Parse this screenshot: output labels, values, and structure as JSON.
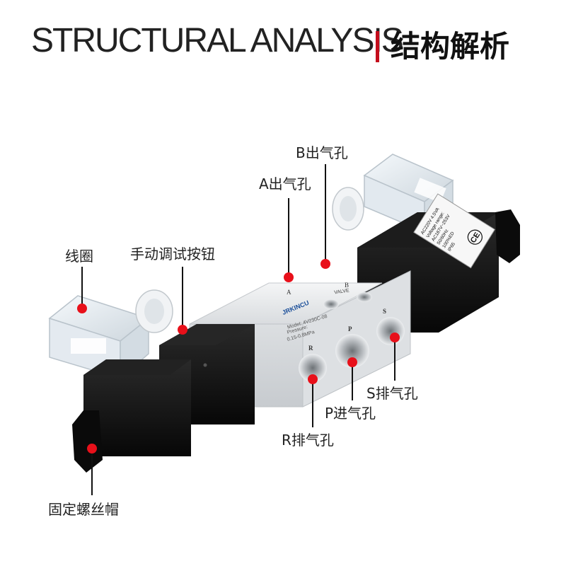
{
  "header": {
    "title_en": "STRUCTURAL ANALYSIS",
    "title_cn": "结构解析"
  },
  "callouts": {
    "coil": "线圈",
    "manual_button": "手动调试按钮",
    "port_a": "A出气孔",
    "port_b": "B出气孔",
    "port_s": "S排气孔",
    "port_p": "P进气孔",
    "port_r": "R排气孔",
    "lock_nut": "固定螺丝帽"
  },
  "valve_markings": {
    "brand": "JRKINCU",
    "model": "Model: 4V230C-08",
    "pressure_label": "Pressure:",
    "pressure_value": "0.15-0.8MPa",
    "valve_word": "VALVE",
    "port_a": "A",
    "port_b": "B",
    "port_r": "R",
    "port_p": "P",
    "port_s": "S"
  },
  "coil_label": {
    "line1": "AC220V  4.5VA",
    "line2": "Voltage range:",
    "line3": "AC187V~253V",
    "line4": "50/60Hz",
    "line5": "100%ED",
    "line6": "IP65",
    "ce_mark": "CE"
  },
  "colors": {
    "accent": "#c40d1c",
    "dot": "#e8101a",
    "valve_body": "#e6e8ea",
    "solenoid": "#111111",
    "connector": "#eef3f8"
  }
}
